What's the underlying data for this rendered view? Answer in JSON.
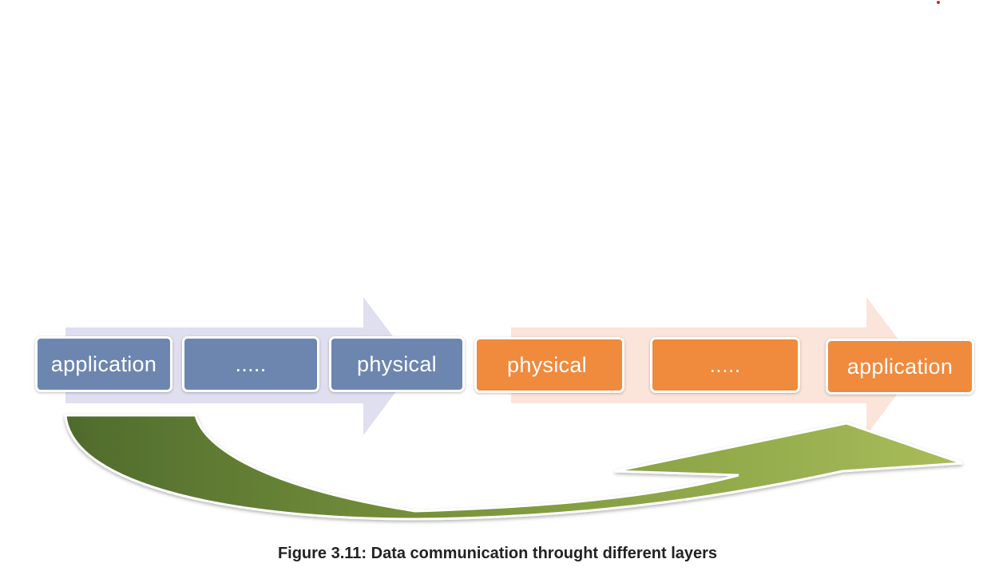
{
  "diagram": {
    "sender": {
      "layers": [
        "application",
        ".....",
        "physical"
      ],
      "color": "#6c86b0",
      "arrow_color": "#dcdcee"
    },
    "receiver": {
      "layers": [
        "physical",
        ".....",
        "application"
      ],
      "color": "#f08a3c",
      "arrow_color": "#fbe3d8"
    },
    "flow_arrow": {
      "color_dark": "#5c7a36",
      "color_light": "#a8bc58"
    }
  },
  "caption": "Figure 3.11: Data communication throught different layers"
}
